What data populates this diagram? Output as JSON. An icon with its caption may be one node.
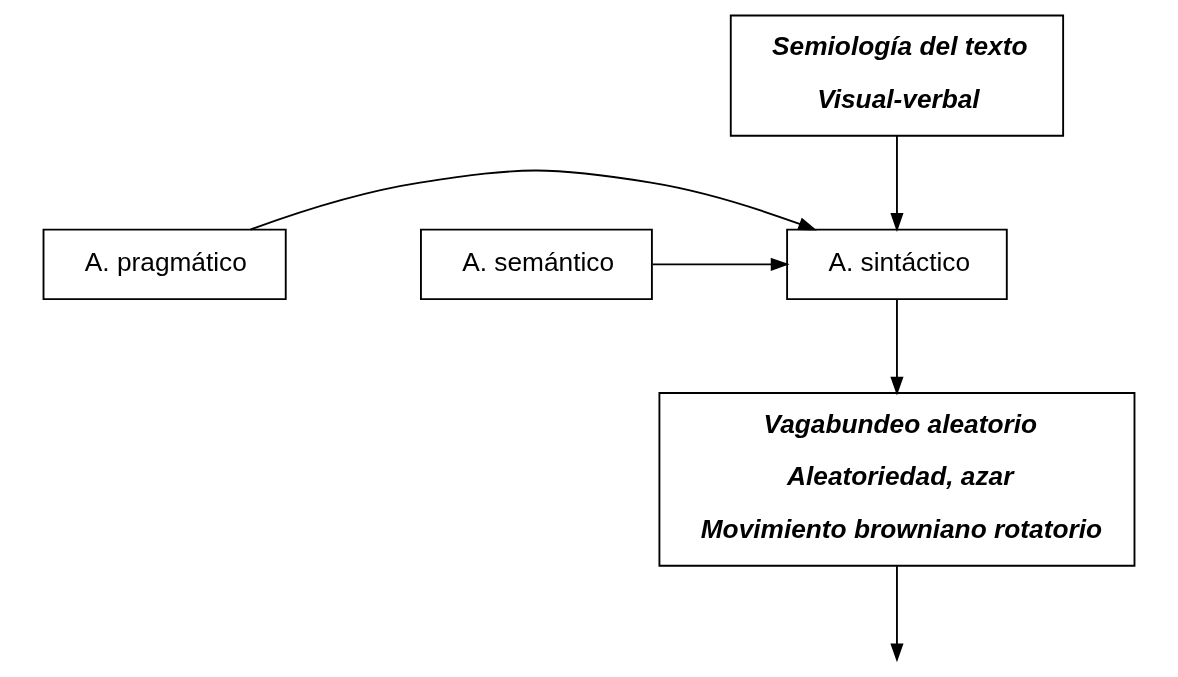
{
  "diagram": {
    "nodes": [
      {
        "text": [
          "Semiología del texto",
          "Visual-verbal"
        ]
      },
      {
        "text": [
          "A. pragmático"
        ]
      },
      {
        "text": [
          "A. sintáctico"
        ]
      },
      {
        "text": [
          "A. semántico"
        ]
      },
      {
        "text": [
          "Vagabundeo aleatorio",
          "Aleatoriedad, azar",
          "Movimiento browniano rotatorio"
        ]
      }
    ],
    "edges": [
      {
        "from": 0,
        "to": 2,
        "arrow": "to"
      },
      {
        "from": 1,
        "to": 2,
        "arrow": "to"
      },
      {
        "from": 3,
        "to": 2,
        "arrow": "to"
      },
      {
        "from": 2,
        "to": 4,
        "arrow": "to"
      },
      {
        "from": 4,
        "to": null,
        "arrow": "to"
      }
    ]
  }
}
